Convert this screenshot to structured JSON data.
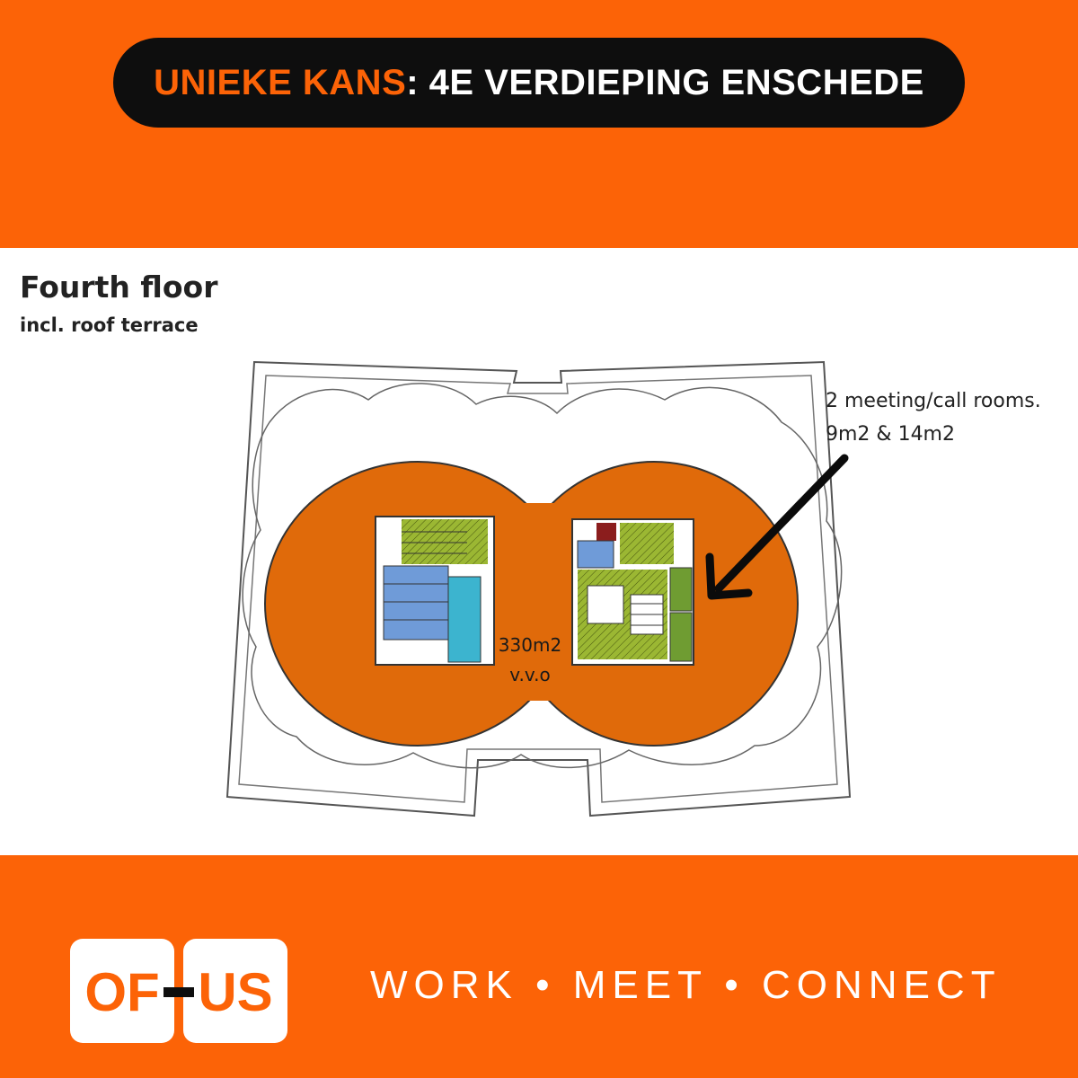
{
  "banner": {
    "accent_text": "UNIEKE KANS",
    "text": ": 4E VERDIEPING ENSCHEDE"
  },
  "plan": {
    "title": "Fourth floor",
    "subtitle": "incl. roof terrace",
    "callout_line1": "2 meeting/call rooms.",
    "callout_line2": "9m2 & 14m2",
    "area_value": "330m2",
    "area_note": "v.v.o"
  },
  "logo": {
    "left": "OF",
    "right": "US"
  },
  "tagline": "WORK • MEET • CONNECT",
  "colors": {
    "brand_orange": "#fc6307",
    "floor_orange": "#e06a0a",
    "banner_black": "#0e0e0e",
    "service_green": "#9bb733",
    "toilet_blue": "#6f9bd8",
    "shaft_cyan": "#3cb4cf",
    "meeting_green": "#6f9c32"
  }
}
